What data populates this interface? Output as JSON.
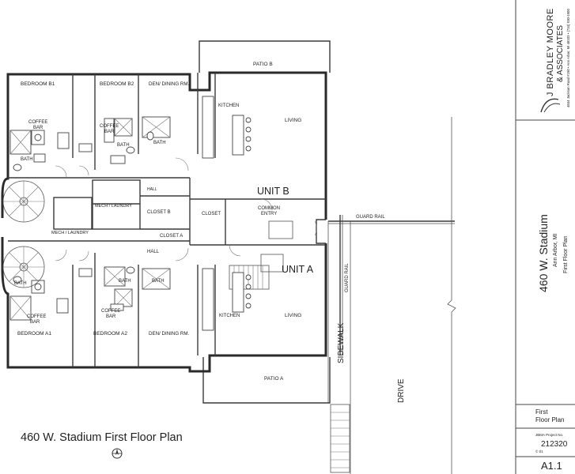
{
  "drawing": {
    "title": "460 W. Stadium First Floor Plan",
    "project_number": "212320",
    "sheet_number": "A1.1",
    "sheet_title": [
      "First",
      "Floor Plan"
    ]
  },
  "title_block": {
    "firm_name_line1": "J BRADLEY MOORE",
    "firm_name_line2": "& ASSOCIATES",
    "firm_address": "4844 Jackson Road #150 • Ann Arbor, MI 48103 • (734) 930-1500",
    "project_title": "460 W. Stadium",
    "project_city": "Ann Arbor, MI",
    "project_sheet": "First Floor Plan",
    "project_number_label": "JBMA Project No.",
    "scale_note": "© t/1"
  },
  "rooms": {
    "patio_b": "PATIO B",
    "bedroom_b1": "BEDROOM B1",
    "bedroom_b2": "BEDROOM B2",
    "den_dining_b": "DEN/ DINING RM.",
    "kitchen_b": "KITCHEN",
    "living_b": "LIVING",
    "unit_b": "UNIT B",
    "coffee_1": "COFFEE",
    "bar_1": "BAR",
    "coffee_2": "COFFEE",
    "bar_2": "BAR",
    "bath_b1": "BATH",
    "bath_b2": "BATH",
    "bath_b3": "BATH",
    "hall_upper": "HALL",
    "mech_laundry_upper": "MECH / LAUNDRY",
    "closet_b": "CLOSET B",
    "closet": "CLOSET",
    "common_entry_1": "COMMON",
    "common_entry_2": "ENTRY",
    "mech_laundry_lower": "MECH / LAUNDRY",
    "closet_a": "CLOSET A",
    "hall_lower": "HALL",
    "unit_a": "UNIT A",
    "bath_a1": "BATH",
    "bath_a2": "BATH",
    "bath_a3": "BATH",
    "coffee_3": "COFFEE",
    "bar_3": "BAR",
    "coffee_4": "COFFEE",
    "bar_4": "BAR",
    "bedroom_a1": "BEDROOM A1",
    "bedroom_a2": "BEDROOM A2",
    "den_dining_a": "DEN/ DINING RM.",
    "kitchen_a": "KITCHEN",
    "living_a": "LIVING",
    "patio_a": "PATIO A"
  },
  "site": {
    "guard_rail_top": "GUARD RAIL",
    "guard_rail_side": "GUARD RAIL",
    "sidewalk": "SIDEWALK",
    "drive": "DRIVE"
  },
  "icons": {
    "north_arrow": "north-arrow-icon",
    "firm_logo": "firm-logo-icon"
  }
}
